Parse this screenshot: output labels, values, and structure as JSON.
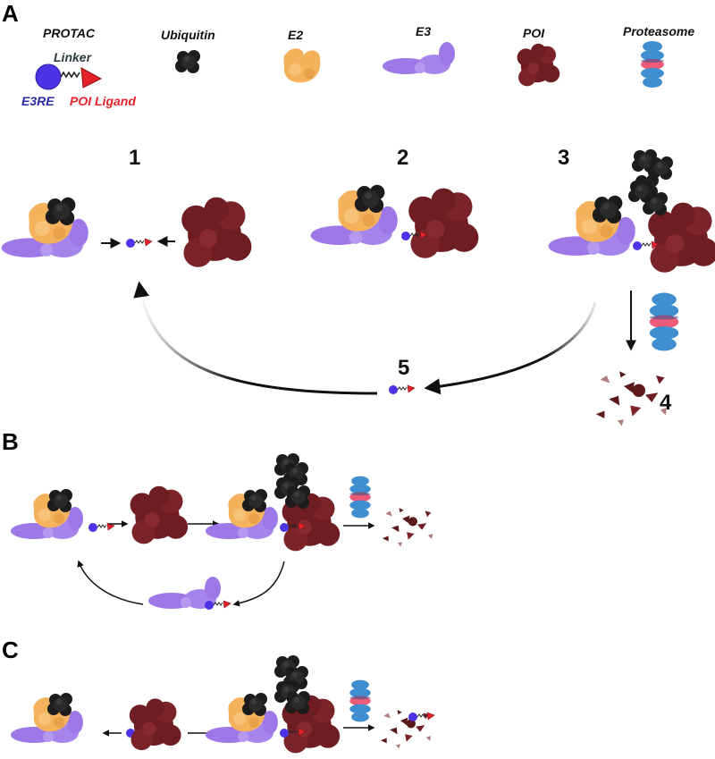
{
  "panels": {
    "a": "A",
    "b": "B",
    "c": "C"
  },
  "legend": {
    "protac": "PROTAC",
    "linker": "Linker",
    "e3re": "E3RE",
    "poi_ligand": "POI Ligand",
    "ubiquitin": "Ubiquitin",
    "e2": "E2",
    "e3": "E3",
    "poi": "POI",
    "proteasome": "Proteasome"
  },
  "steps": {
    "s1": "1",
    "s2": "2",
    "s3": "3",
    "s4": "4",
    "s5": "5"
  },
  "colors": {
    "e2": "#f5b25c",
    "e3": "#9f78e8",
    "poi": "#6e1d22",
    "ubiquitin": "#1c1c1c",
    "e3re": "#4c34e6",
    "ligand": "#e5222a",
    "prot_blue": "#3f8fd0",
    "prot_pink": "#ee5b78"
  }
}
